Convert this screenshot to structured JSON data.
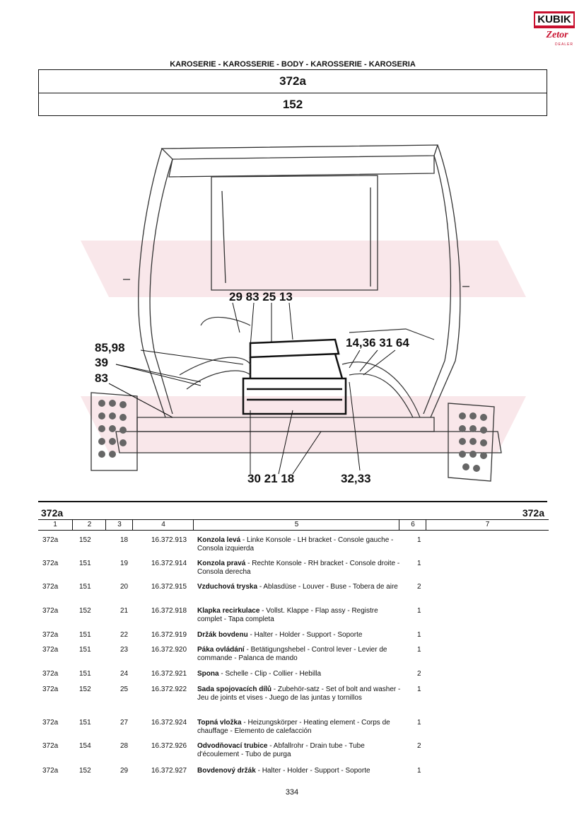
{
  "brand": {
    "kubik": "KUBIK",
    "zetor": "Zetor",
    "dealer": "DEALER",
    "red": "#c8102e"
  },
  "section_title": "KAROSERIE - KAROSSERIE - BODY - KAROSSERIE - KAROSERIA",
  "group_code": "372a",
  "sheet_code": "152",
  "callouts": [
    {
      "text": "29 83 25 13"
    },
    {
      "text": "85,98"
    },
    {
      "text": "39"
    },
    {
      "text": "83"
    },
    {
      "text": "14,36 31 64"
    },
    {
      "text": "30 21 18"
    },
    {
      "text": "32,33"
    }
  ],
  "parts_table": {
    "left_code": "372a",
    "right_code": "372a",
    "columns": [
      "1",
      "2",
      "3",
      "4",
      "5",
      "6",
      "7"
    ],
    "rows": [
      {
        "c1": "372a",
        "c2": "152",
        "c3": "18",
        "c4": "16.372.913",
        "name": "Konzola levá",
        "desc": " - Linke Konsole - LH bracket - Console gauche - Consola izquierda",
        "qty": "1"
      },
      {
        "c1": "372a",
        "c2": "151",
        "c3": "19",
        "c4": "16.372.914",
        "name": "Konzola pravá",
        "desc": " - Rechte Konsole - RH bracket - Console droite - Consola derecha",
        "qty": "1"
      },
      {
        "c1": "372a",
        "c2": "151",
        "c3": "20",
        "c4": "16.372.915",
        "name": "Vzduchová tryska",
        "desc": " - Ablasdüse - Louver - Buse - Tobera de aire",
        "qty": "2"
      },
      {
        "c1": "372a",
        "c2": "152",
        "c3": "21",
        "c4": "16.372.918",
        "name": "Klapka recirkulace",
        "desc": " - Vollst. Klappe - Flap assy - Registre complet - Tapa completa",
        "qty": "1"
      },
      {
        "c1": "372a",
        "c2": "151",
        "c3": "22",
        "c4": "16.372.919",
        "name": "Držák bovdenu",
        "desc": " - Halter - Holder - Support - Soporte",
        "qty": "1"
      },
      {
        "c1": "372a",
        "c2": "151",
        "c3": "23",
        "c4": "16.372.920",
        "name": "Páka ovládání",
        "desc": " - Betätigungshebel - Control lever - Levier de commande - Palanca de mando",
        "qty": "1"
      },
      {
        "c1": "372a",
        "c2": "151",
        "c3": "24",
        "c4": "16.372.921",
        "name": "Spona",
        "desc": " - Schelle - Clip - Collier - Hebilla",
        "qty": "2"
      },
      {
        "c1": "372a",
        "c2": "152",
        "c3": "25",
        "c4": "16.372.922",
        "name": "Sada spojovacích dílů",
        "desc": " - Zubehör-satz - Set of bolt and washer - Jeu de joints et vises - Juego de las juntas y tornillos",
        "qty": "1"
      },
      {
        "c1": "372a",
        "c2": "151",
        "c3": "27",
        "c4": "16.372.924",
        "name": "Topná vložka",
        "desc": " - Heizungskörper - Heating element - Corps de chauffage - Elemento de calefacción",
        "qty": "1"
      },
      {
        "c1": "372a",
        "c2": "154",
        "c3": "28",
        "c4": "16.372.926",
        "name": "Odvodňovací trubice",
        "desc": " - Abfallrohr - Drain tube - Tube d'écoulement - Tubo de purga",
        "qty": "2"
      },
      {
        "c1": "372a",
        "c2": "152",
        "c3": "29",
        "c4": "16.372.927",
        "name": "Bovdenový držák",
        "desc": " - Halter - Holder - Support - Soporte",
        "qty": "1"
      }
    ]
  },
  "page_number": "334"
}
